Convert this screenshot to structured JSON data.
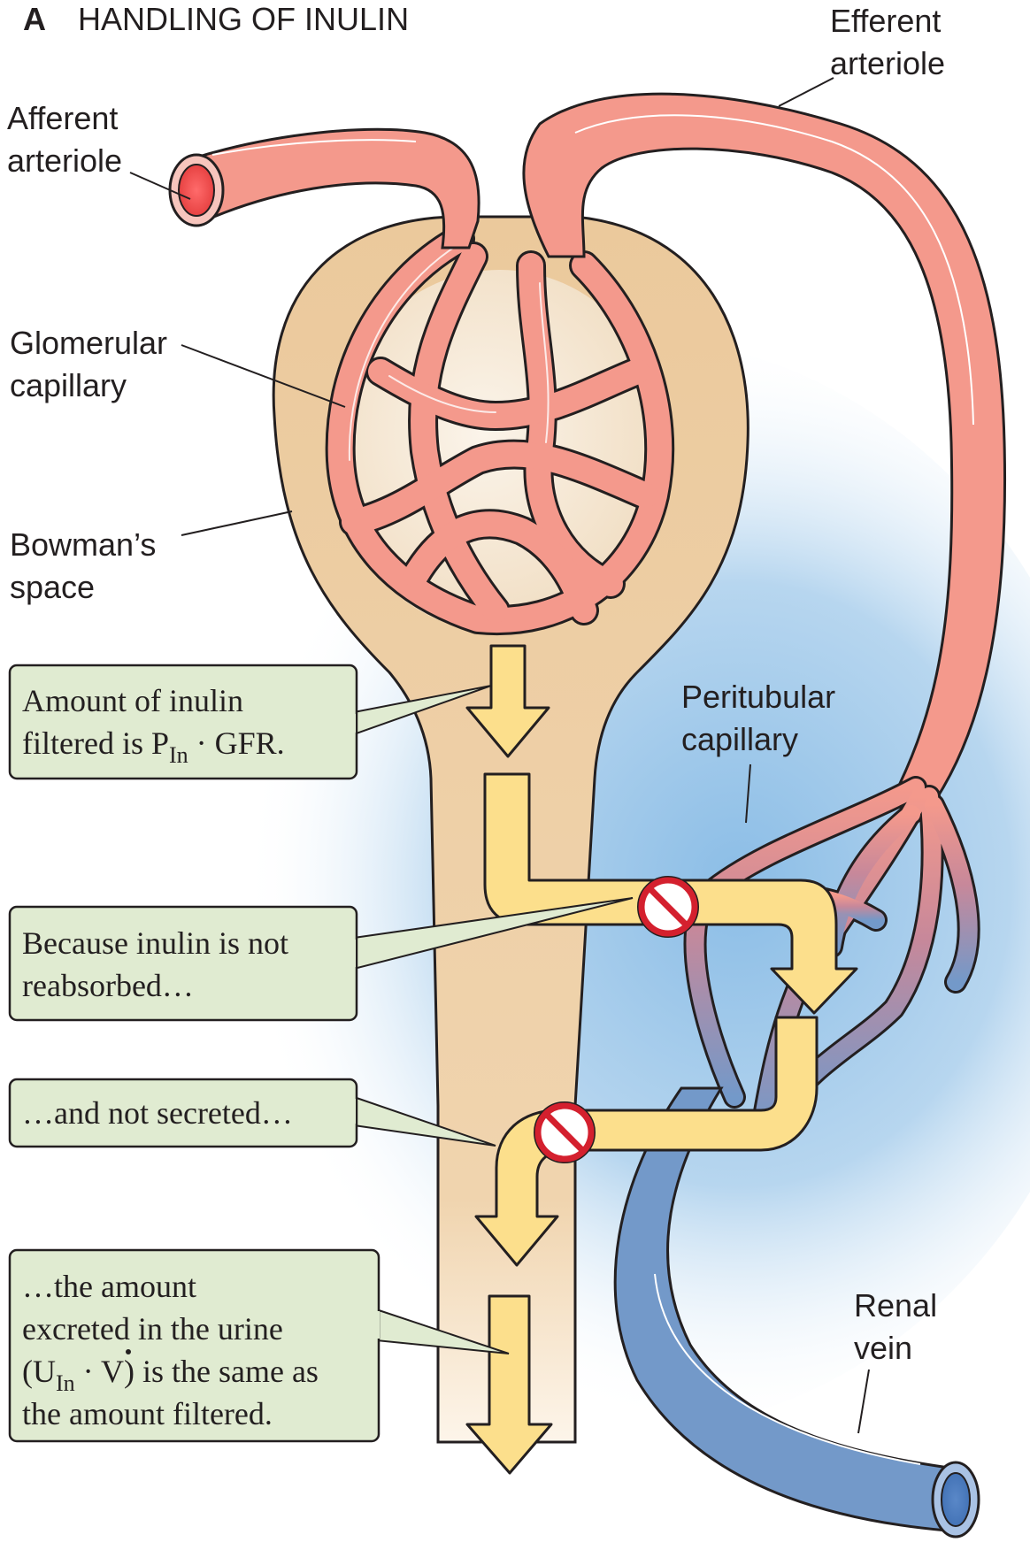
{
  "panel": {
    "letter": "A",
    "title": "HANDLING OF INULIN"
  },
  "labels": {
    "afferent_line1": "Afferent",
    "afferent_line2": "arteriole",
    "efferent_line1": "Efferent",
    "efferent_line2": "arteriole",
    "glomerular_line1": "Glomerular",
    "glomerular_line2": "capillary",
    "bowman_line1": "Bowman’s",
    "bowman_line2": "space",
    "peritubular_line1": "Peritubular",
    "peritubular_line2": "capillary",
    "renal_line1": "Renal",
    "renal_line2": "vein"
  },
  "callouts": {
    "filtered_line1": "Amount of inulin",
    "filtered_line2_a": "filtered is P",
    "filtered_line2_sub": "In",
    "filtered_line2_b": " · GFR.",
    "reabsorbed_line1": "Because inulin is not",
    "reabsorbed_line2": "reabsorbed…",
    "secreted_line1": "…and not secreted…",
    "excreted_line1": "…the amount",
    "excreted_line2": "excreted in the urine",
    "excreted_line3_a": "(U",
    "excreted_line3_sub": "In",
    "excreted_line3_b": " · V) is the same as",
    "excreted_line4": "the amount filtered."
  },
  "colors": {
    "arteriole": "#f4998c",
    "arteriole_dark": "#e8776a",
    "vein": "#7399c9",
    "tubule": "#ebc99c",
    "bowman_inner": "#f6e7d3",
    "flow_arrow": "#fcdf8c",
    "callout_fill": "#e0ebd1",
    "no_symbol": "#d4202e",
    "background_glow": "#8bbde6"
  }
}
